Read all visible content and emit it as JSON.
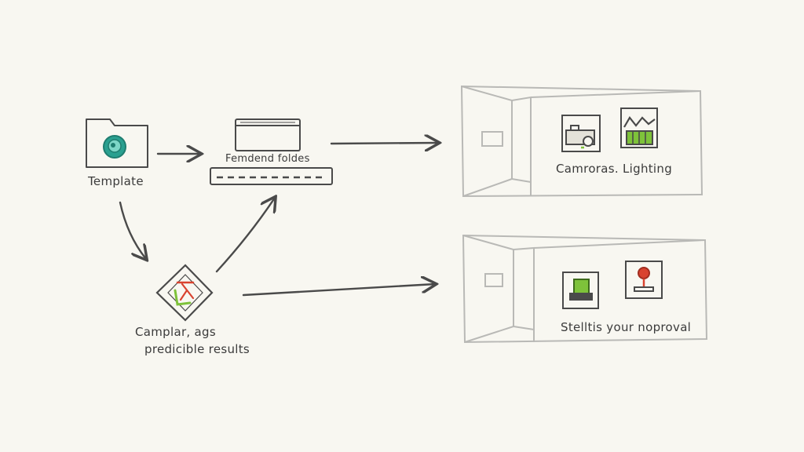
{
  "nodes": {
    "template": {
      "label": "Template",
      "icon": "folder-icon"
    },
    "feature_folder": {
      "label": "Femdend foldes",
      "icon": "folder-tray-icon"
    },
    "campaign": {
      "label_line1": "Camplar, ags",
      "label_line2": "predicible results",
      "icon": "image-diamond-icon"
    },
    "box_top": {
      "label": "Camroras. Lighting",
      "icons": [
        "camera-icon",
        "lighting-chart-icon"
      ]
    },
    "box_bottom": {
      "label": "Stelltis your noproval",
      "icons": [
        "green-block-icon",
        "map-pin-icon"
      ]
    }
  },
  "colors": {
    "background": "#f8f7f1",
    "ink": "#4a4a4a",
    "box_line": "#b9b9b6",
    "teal": "#2aa090",
    "green": "#7ec23a",
    "red": "#d9432f"
  }
}
